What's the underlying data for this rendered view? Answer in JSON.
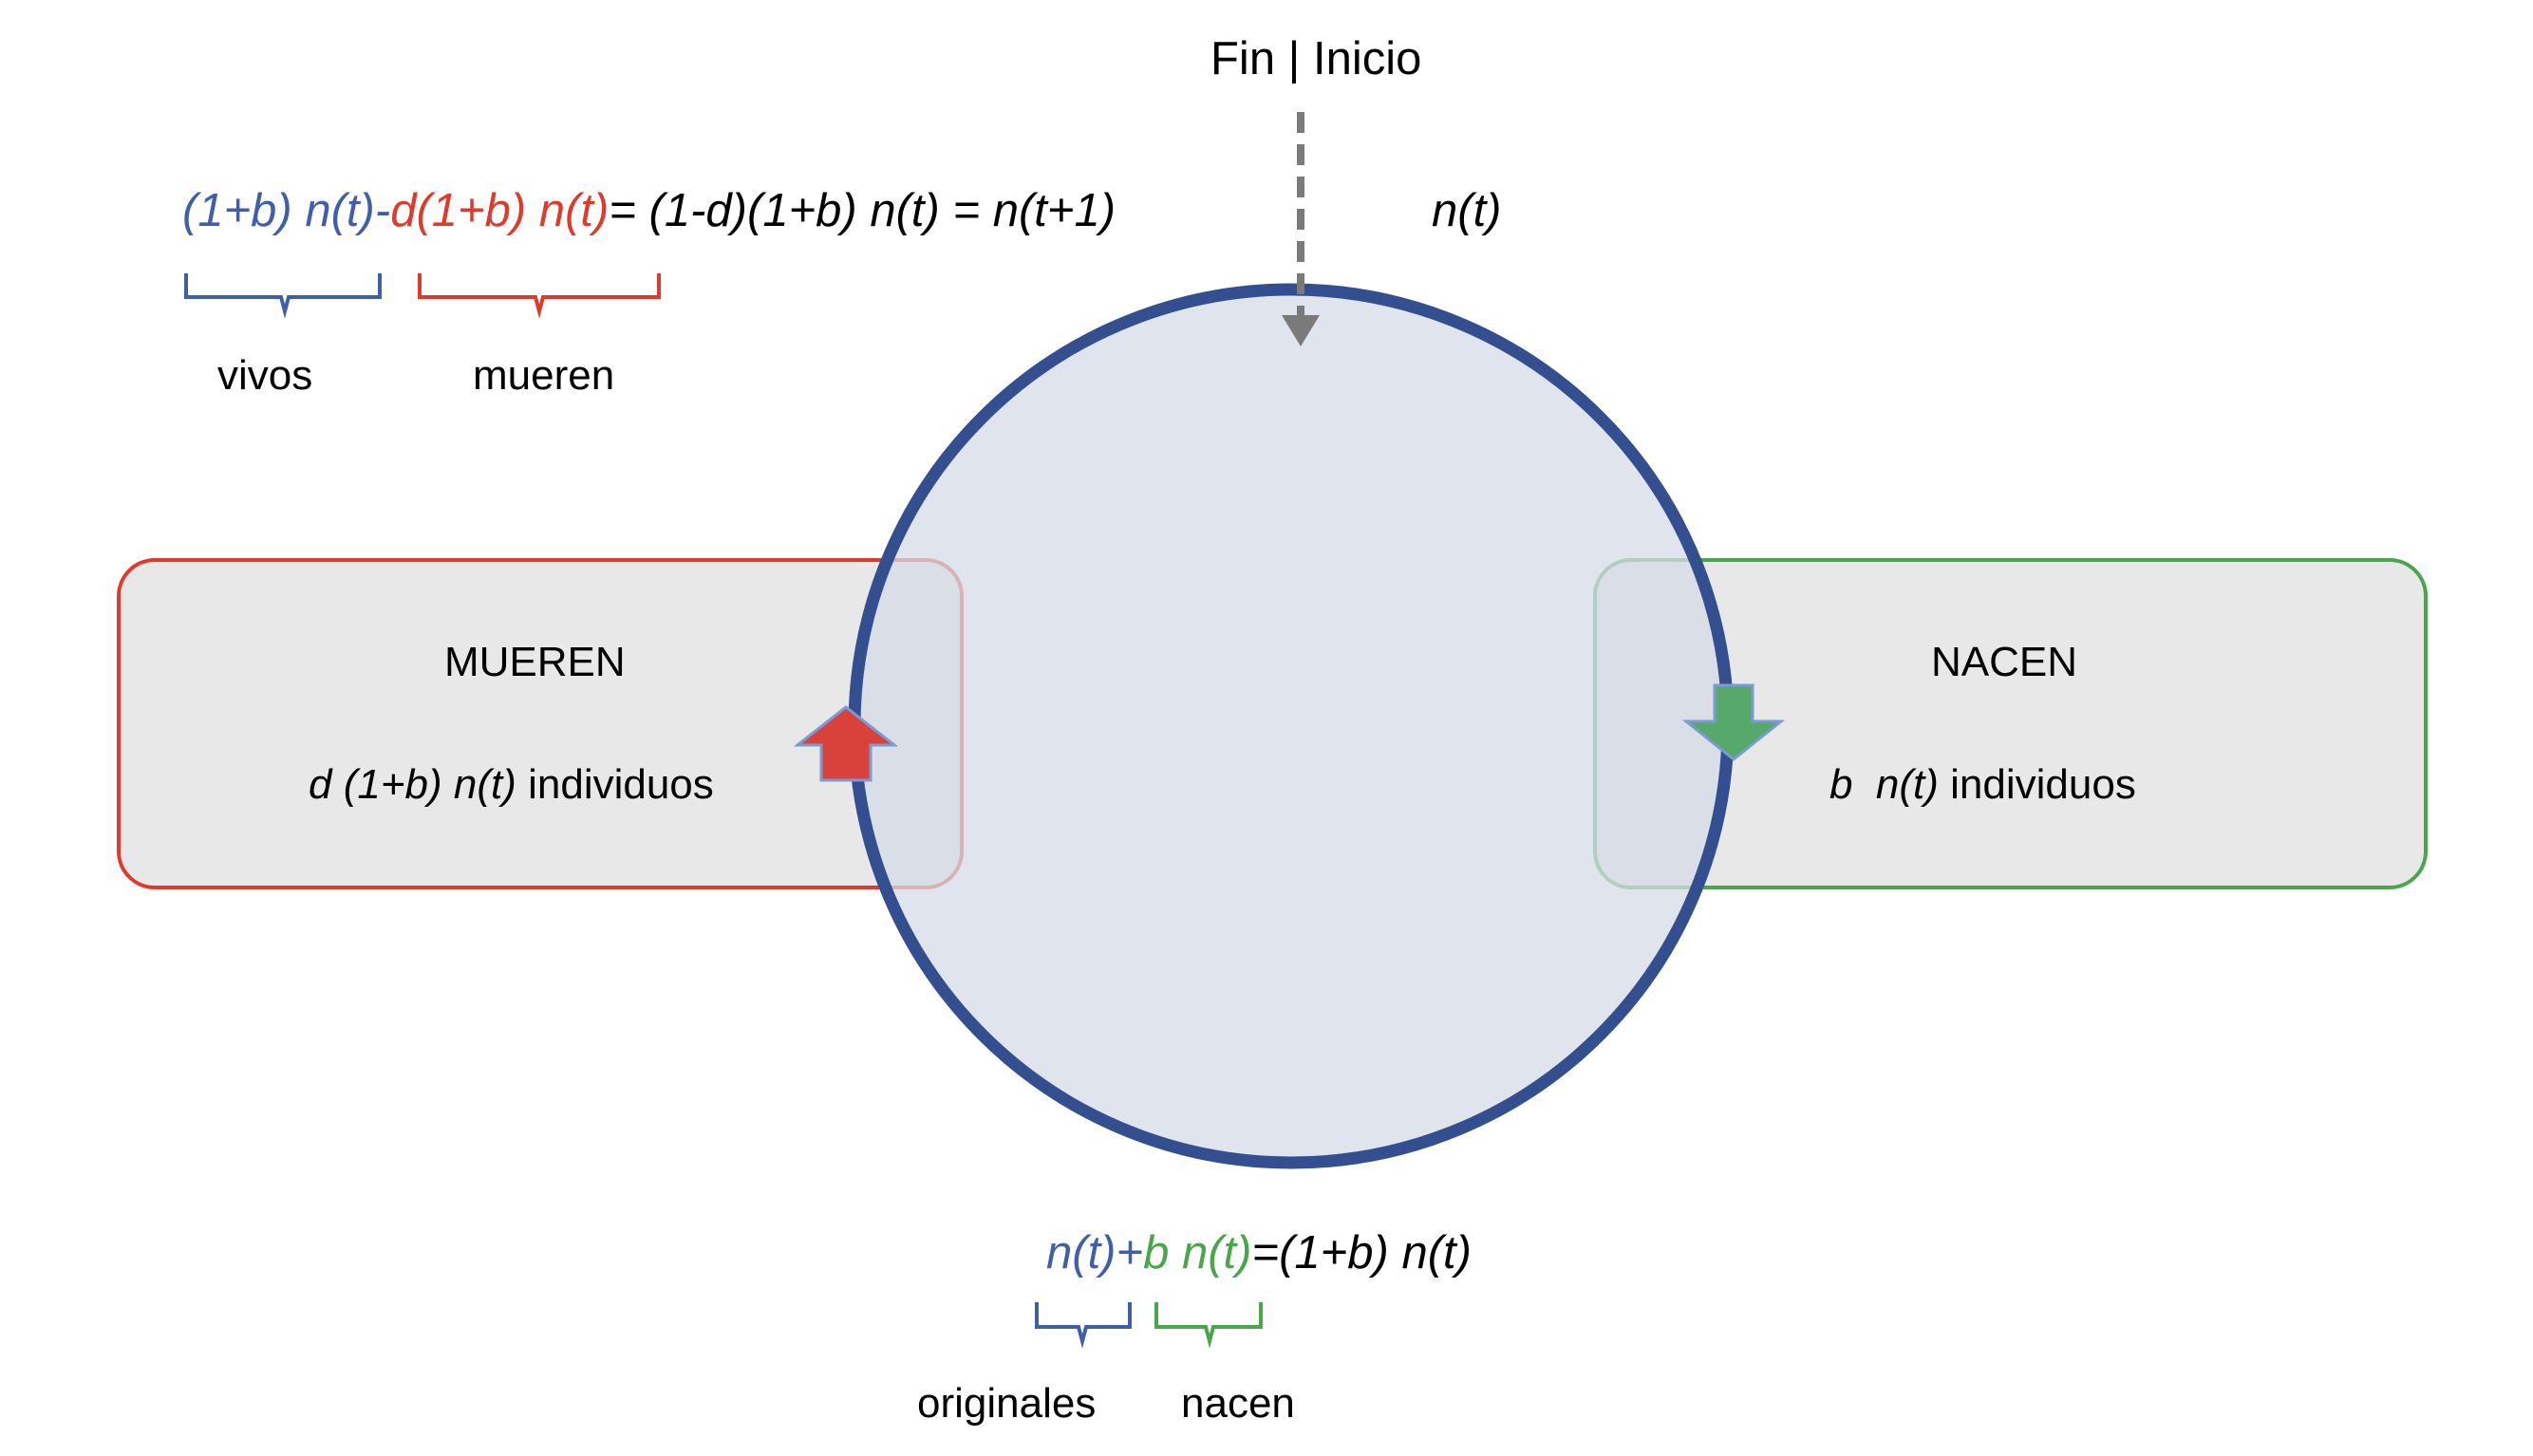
{
  "top_label": "Fin | Inicio",
  "top_equation": {
    "part_blue": "(1+b) n(t)-",
    "part_red": "d(1+b) n(t)",
    "part_black": "= (1-d)(1+b) n(t) = n(t+1)"
  },
  "state_label": "n(t)",
  "top_braces": {
    "left_label": "vivos",
    "right_label": "mueren"
  },
  "left_box": {
    "title": "MUEREN",
    "formula": "d (1+b) n(t)",
    "suffix": " individuos"
  },
  "right_box": {
    "title": "NACEN",
    "formula": "b  n(t)",
    "suffix": " individuos"
  },
  "bottom_equation": {
    "part_blue": "n(t)+",
    "part_green": "b n(t)",
    "part_black": "=(1+b) n(t)"
  },
  "bottom_braces": {
    "left_label": "originales",
    "right_label": "nacen"
  },
  "colors": {
    "circle_stroke": "#334f8f",
    "circle_fill": "#d6dbe5",
    "box_fill": "#e8e8e8",
    "red": "#e03a2b",
    "green": "#4aa64a",
    "blue": "#3f5fa8",
    "arrow_gray": "#7a7a7a"
  }
}
